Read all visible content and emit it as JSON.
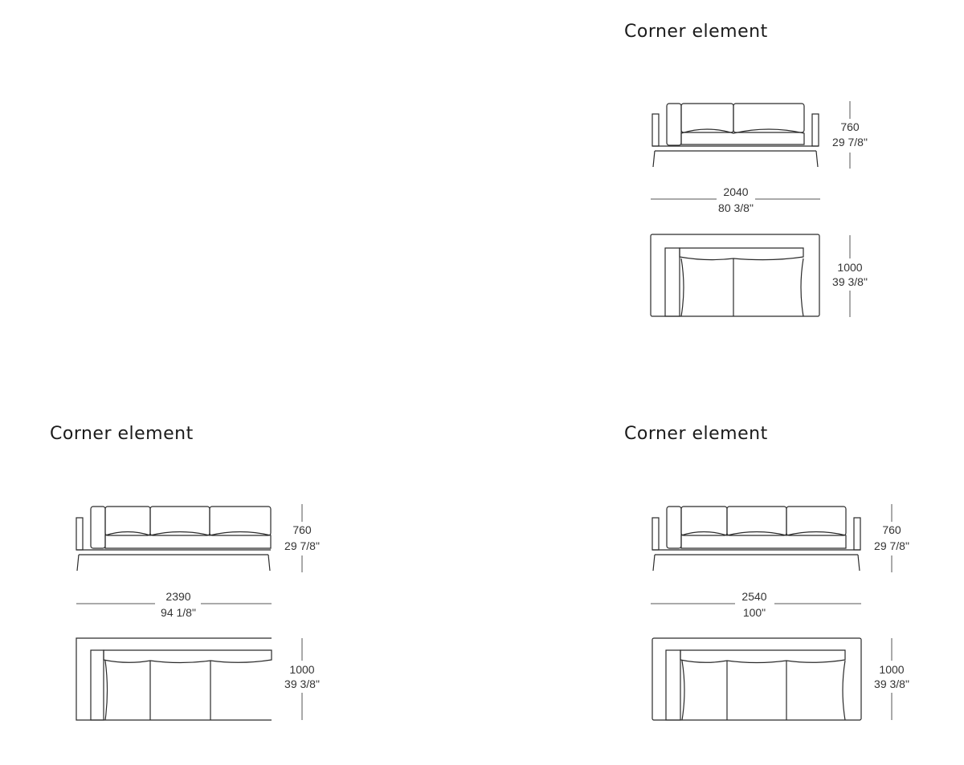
{
  "panels": [
    {
      "title": "Corner element",
      "height_mm": "760",
      "height_in": "29 7/8\"",
      "width_mm": "2040",
      "width_in": "80 3/8\"",
      "depth_mm": "1000",
      "depth_in": "39 3/8\""
    },
    {
      "title": "Corner element",
      "height_mm": "760",
      "height_in": "29 7/8\"",
      "width_mm": "2390",
      "width_in": "94 1/8\"",
      "depth_mm": "1000",
      "depth_in": "39 3/8\""
    },
    {
      "title": "Corner element",
      "height_mm": "760",
      "height_in": "29 7/8\"",
      "width_mm": "2540",
      "width_in": "100\"",
      "depth_mm": "1000",
      "depth_in": "39 3/8\""
    }
  ]
}
